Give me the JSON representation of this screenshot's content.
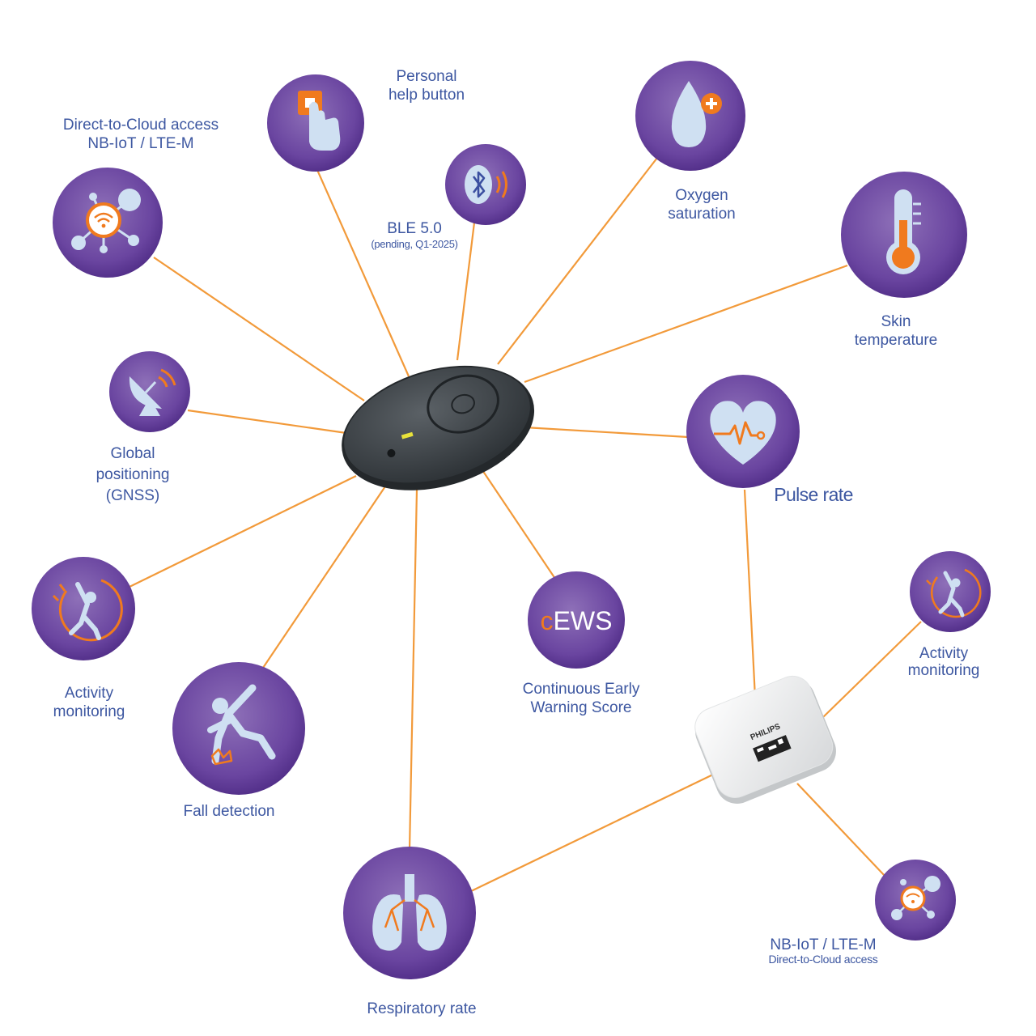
{
  "colors": {
    "purple_inner": "#8e70b8",
    "purple_outer": "#4d2a84",
    "connector": "#f29a3a",
    "accent_orange": "#f07a1e",
    "icon_light": "#cfe0f2",
    "text": "#3d57a1"
  },
  "hubs": {
    "main_device": {
      "icon": "gray-wearable-patch-icon"
    },
    "philips_device": {
      "icon": "white-philips-sensor-icon",
      "brand": "PHILIPS"
    }
  },
  "features": {
    "personal_help": {
      "icon": "help-button-icon",
      "line1": "Personal",
      "line2": "help button"
    },
    "direct_cloud": {
      "icon": "cloud-network-icon",
      "line1": "Direct-to-Cloud access",
      "line2": "NB-IoT / LTE-M"
    },
    "ble": {
      "icon": "bluetooth-icon",
      "line1": "BLE 5.0",
      "line2": "(pending, Q1-2025)"
    },
    "oxygen": {
      "icon": "oxygen-drop-icon",
      "line1": "Oxygen",
      "line2": "saturation"
    },
    "skin_temp": {
      "icon": "thermometer-icon",
      "line1": "Skin",
      "line2": "temperature"
    },
    "gnss": {
      "icon": "satellite-dish-icon",
      "line1": "Global",
      "line2": "positioning",
      "line3": "(GNSS)"
    },
    "pulse": {
      "icon": "heart-pulse-icon",
      "line1": "Pulse rate"
    },
    "activity_left": {
      "icon": "activity-figure-icon",
      "line1": "Activity",
      "line2": "monitoring"
    },
    "cews": {
      "icon": "cews-icon",
      "logo_c": "c",
      "logo_rest": "EWS",
      "line1": "Continuous Early",
      "line2": "Warning Score"
    },
    "fall": {
      "icon": "falling-person-icon",
      "line1": "Fall detection"
    },
    "activity_right": {
      "icon": "activity-figure-icon",
      "line1": "Activity",
      "line2": "monitoring"
    },
    "respiratory": {
      "icon": "lungs-icon",
      "line1": "Respiratory rate"
    },
    "nbiot_right": {
      "icon": "cloud-network-icon",
      "line1": "NB-IoT / LTE-M",
      "line2": "Direct-to-Cloud access"
    }
  }
}
